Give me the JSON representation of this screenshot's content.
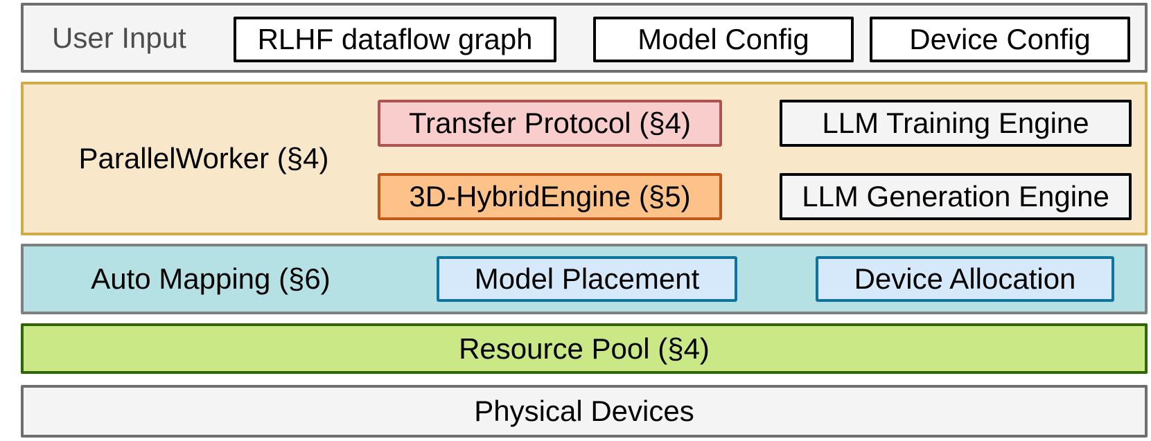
{
  "figure": {
    "layers": {
      "user_input": {
        "label": "User Input",
        "boxes": {
          "rlhf_dataflow_graph": "RLHF dataflow graph",
          "model_config": "Model Config",
          "device_config": "Device Config"
        }
      },
      "parallel_worker": {
        "label": "ParallelWorker (§4)",
        "boxes": {
          "transfer_protocol": "Transfer Protocol (§4)",
          "hybrid_engine": "3D-HybridEngine (§5)",
          "training_engine": "LLM Training Engine",
          "generation_engine": "LLM Generation Engine"
        }
      },
      "auto_mapping": {
        "label": "Auto Mapping (§6)",
        "boxes": {
          "model_placement": "Model Placement",
          "device_allocation": "Device Allocation"
        }
      },
      "resource_pool": {
        "label": "Resource Pool (§4)"
      },
      "physical_devices": {
        "label": "Physical Devices"
      }
    },
    "colors": {
      "user_input_fill": "#f4f4f4",
      "user_input_border": "#6e6e6e",
      "user_input_label_text": "#4d4d4d",
      "parallel_worker_fill": "#f8e8c9",
      "parallel_worker_border": "#d2ab49",
      "transfer_protocol_fill": "#f8cdcb",
      "transfer_protocol_border": "#ad5353",
      "hybrid_engine_fill": "#fcc289",
      "hybrid_engine_border": "#c2571a",
      "engine_box_fill": "#f4f4f4",
      "engine_box_border": "#000000",
      "auto_mapping_fill": "#b5e1e5",
      "auto_mapping_border": "#7f7f7f",
      "mapping_box_fill": "#d6e9fa",
      "mapping_box_border": "#10739e",
      "resource_pool_fill": "#cae886",
      "resource_pool_border": "#2f6606",
      "physical_devices_fill": "#f4f4f4",
      "physical_devices_border": "#6e6e6e"
    }
  }
}
